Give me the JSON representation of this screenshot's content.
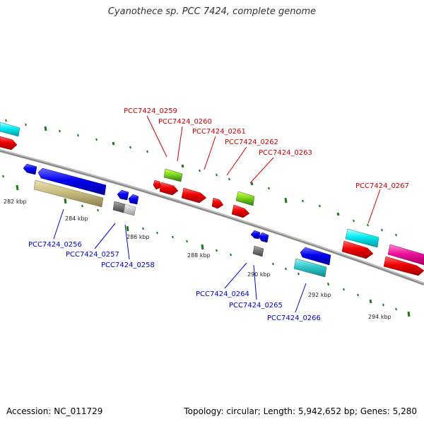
{
  "title": "Cyanothece sp. PCC 7424, complete genome",
  "footer": {
    "accession": "Accession: NC_011729",
    "summary": "Topology: circular; Length: 5,942,652 bp; Genes: 5,280"
  },
  "colors": {
    "backbone": "#8a8a8a",
    "forward_label": "#cc0000",
    "reverse_label": "#0000cc",
    "tick": "#1a7a1a"
  },
  "scale_labels": [
    "282 kbp",
    "284 kbp",
    "286 kbp",
    "288 kbp",
    "290 kbp",
    "292 kbp",
    "294 kbp"
  ],
  "gene_labels": [
    "PCC7424_0256",
    "PCC7424_0257",
    "PCC7424_0258",
    "PCC7424_0259",
    "PCC7424_0260",
    "PCC7424_0261",
    "PCC7424_0262",
    "PCC7424_0263",
    "PCC7424_0264",
    "PCC7424_0265",
    "PCC7424_0266",
    "PCC7424_0267"
  ]
}
